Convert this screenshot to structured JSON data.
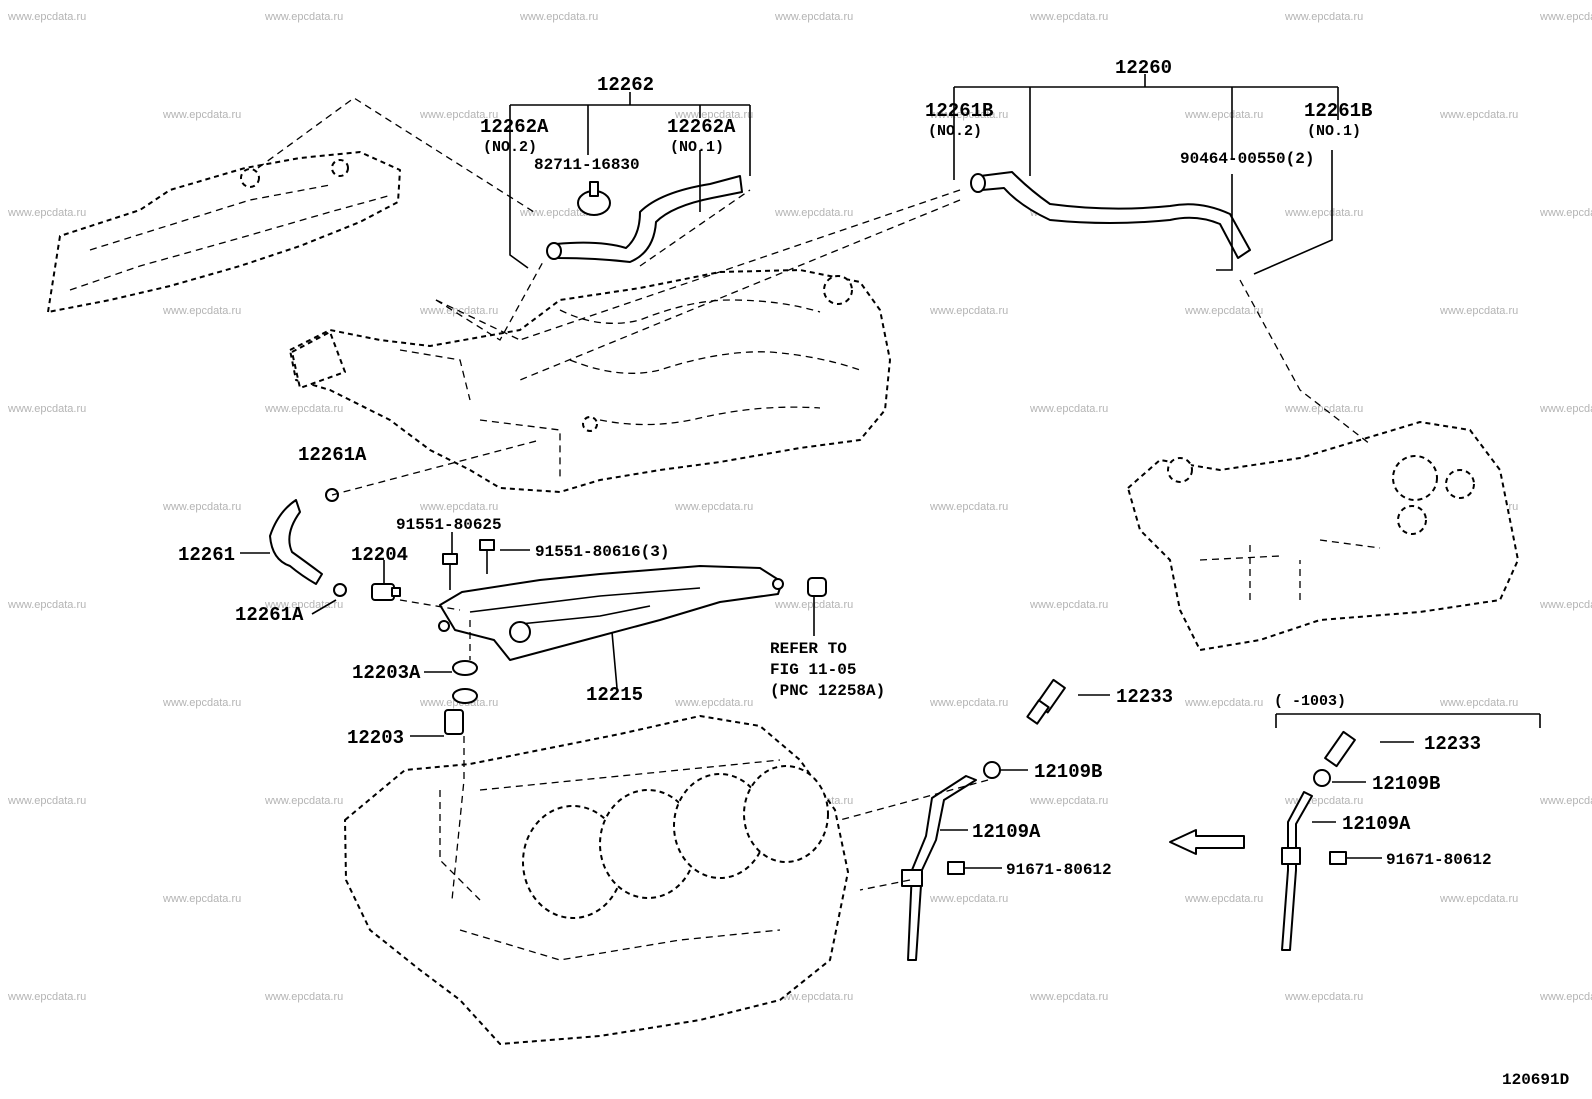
{
  "watermark": "www.epcdata.ru",
  "figure_id": "120691D",
  "callouts": {
    "c12262": "12262",
    "c12262A_no2": "12262A",
    "c12262A_no2_sub": "(NO.2)",
    "c12262A_no1": "12262A",
    "c12262A_no1_sub": "(NO.1)",
    "c82711": "82711-16830",
    "c12260": "12260",
    "c12261B_no2": "12261B",
    "c12261B_no2_sub": "(NO.2)",
    "c12261B_no1": "12261B",
    "c12261B_no1_sub": "(NO.1)",
    "c90464": "90464-00550(2)",
    "c12261A_top": "12261A",
    "c12261": "12261",
    "c12261A_bot": "12261A",
    "c12204": "12204",
    "c91551_625": "91551-80625",
    "c91551_616": "91551-80616(3)",
    "c12203A": "12203A",
    "c12203": "12203",
    "c12215": "12215",
    "refer1": "REFER TO",
    "refer2": "FIG 11-05",
    "refer3": "(PNC 12258A)",
    "c12233": "12233",
    "c12109B": "12109B",
    "c12109A": "12109A",
    "c91671": "91671-80612",
    "alt_range": "(     -1003)",
    "alt_12233": "12233",
    "alt_12109B": "12109B",
    "alt_12109A": "12109A",
    "alt_91671": "91671-80612"
  }
}
